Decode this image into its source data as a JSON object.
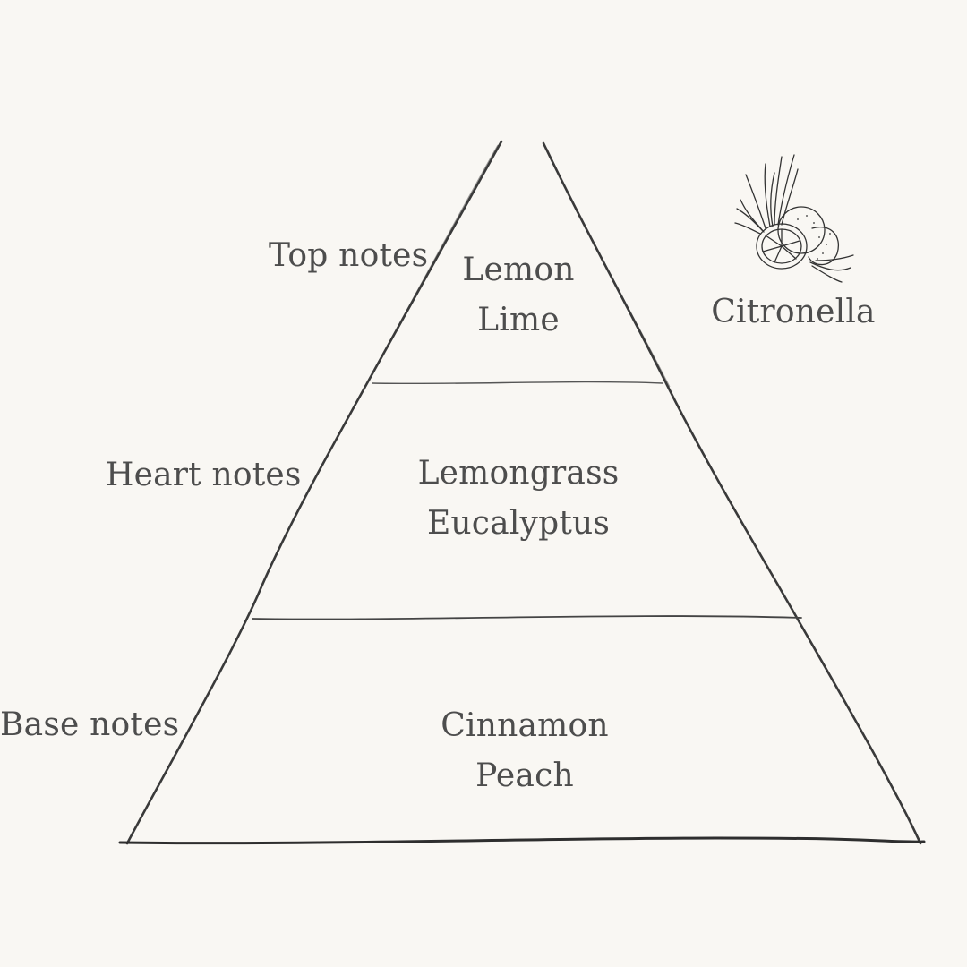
{
  "product": {
    "name": "Citronella",
    "illustration_icon": "citrus-lemongrass-sketch-icon"
  },
  "tiers": [
    {
      "label": "Top notes",
      "notes": [
        "Lemon",
        "Lime"
      ]
    },
    {
      "label": "Heart notes",
      "notes": [
        "Lemongrass",
        "Eucalyptus"
      ]
    },
    {
      "label": "Base notes",
      "notes": [
        "Cinnamon",
        "Peach"
      ]
    }
  ],
  "colors": {
    "background": "#f9f7f3",
    "ink": "#4d4d4d",
    "line": "#3a3a3a"
  }
}
